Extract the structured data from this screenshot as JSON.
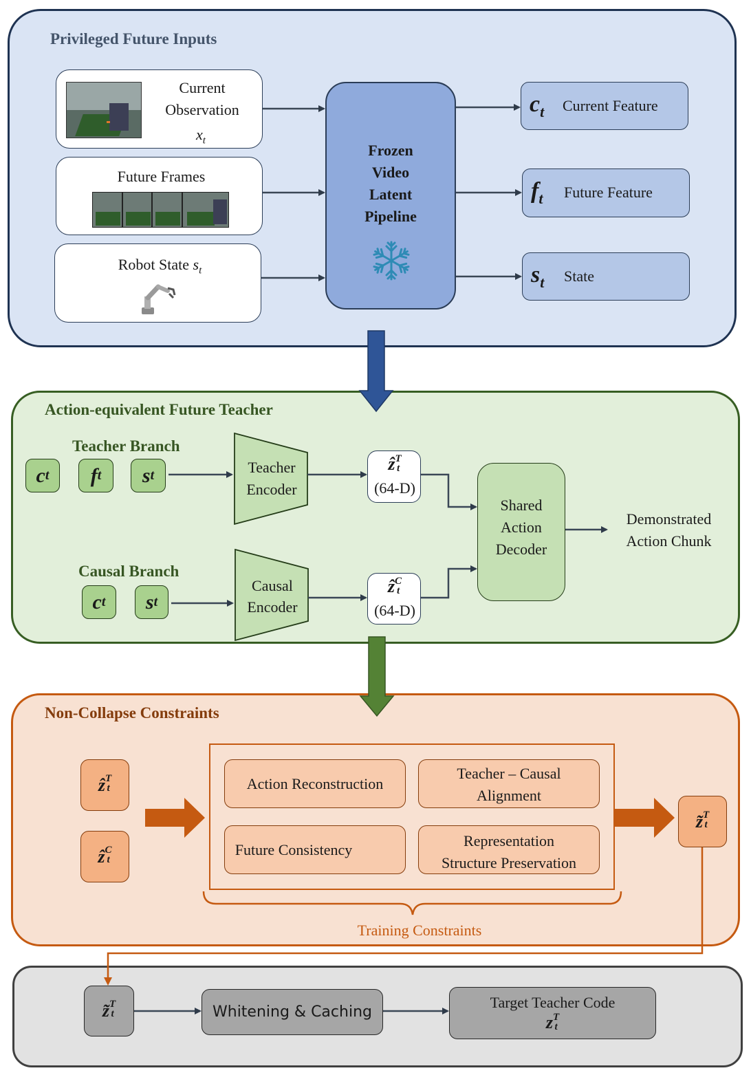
{
  "panels": {
    "inputs": {
      "title": "Privileged Future Inputs",
      "current_obs": {
        "line1": "Current",
        "line2": "Observation",
        "var": "x",
        "sub": "t"
      },
      "future_frames": {
        "label": "Future Frames"
      },
      "robot_state": {
        "label": "Robot State",
        "var": "s",
        "sub": "t"
      },
      "pipeline": {
        "line1": "Frozen",
        "line2": "Video",
        "line3": "Latent",
        "line4": "Pipeline",
        "icon": "snowflake-icon"
      },
      "outputs": [
        {
          "symbol": "c",
          "sub": "t",
          "label": "Current Feature"
        },
        {
          "symbol": "f",
          "sub": "t",
          "label": "Future Feature"
        },
        {
          "symbol": "s",
          "sub": "t",
          "label": "State"
        }
      ]
    },
    "teacher": {
      "title": "Action-equivalent Future Teacher",
      "teacher_branch": "Teacher Branch",
      "causal_branch": "Causal Branch",
      "teacher_inputs": [
        {
          "symbol": "c",
          "sub": "t"
        },
        {
          "symbol": "f",
          "sub": "t"
        },
        {
          "symbol": "s",
          "sub": "t"
        }
      ],
      "causal_inputs": [
        {
          "symbol": "c",
          "sub": "t"
        },
        {
          "symbol": "s",
          "sub": "t"
        }
      ],
      "teacher_encoder": {
        "line1": "Teacher",
        "line2": "Encoder"
      },
      "causal_encoder": {
        "line1": "Causal",
        "line2": "Encoder"
      },
      "teacher_latent": {
        "hat": "ẑ",
        "sup": "T",
        "sub": "t",
        "dim": "(64-D)"
      },
      "causal_latent": {
        "hat": "ẑ",
        "sup": "C",
        "sub": "t",
        "dim": "(64-D)"
      },
      "decoder": {
        "line1": "Shared",
        "line2": "Action",
        "line3": "Decoder"
      },
      "output": {
        "line1": "Demonstrated",
        "line2": "Action Chunk"
      }
    },
    "constraints": {
      "title": "Non-Collapse Constraints",
      "inputs": [
        {
          "hat": "ẑ",
          "sup": "T",
          "sub": "t"
        },
        {
          "hat": "ẑ",
          "sup": "C",
          "sub": "t"
        }
      ],
      "items": [
        {
          "line1": "Action Reconstruction",
          "line2": ""
        },
        {
          "line1": "Teacher – Causal",
          "line2": "Alignment"
        },
        {
          "line1": "Future Consistency",
          "line2": ""
        },
        {
          "line1": "Representation",
          "line2": "Structure Preservation"
        }
      ],
      "brace_label": "Training Constraints",
      "output": {
        "tilde": "z̃",
        "sup": "T",
        "sub": "t"
      }
    },
    "cache": {
      "input": {
        "tilde": "z̃",
        "sup": "T",
        "sub": "t"
      },
      "step": "Whitening & Caching",
      "target": {
        "line1": "Target Teacher Code",
        "var": "z",
        "sup": "T",
        "sub": "t"
      }
    }
  },
  "colors": {
    "blue_panel": "#dae4f4",
    "green_panel": "#e2efda",
    "orange_panel": "#f8e1d2",
    "gray_panel": "#e2e2e2",
    "dark_blue_arrow": "#2f5597",
    "dark_green_arrow": "#548235",
    "orange_arrow": "#c55a11"
  }
}
